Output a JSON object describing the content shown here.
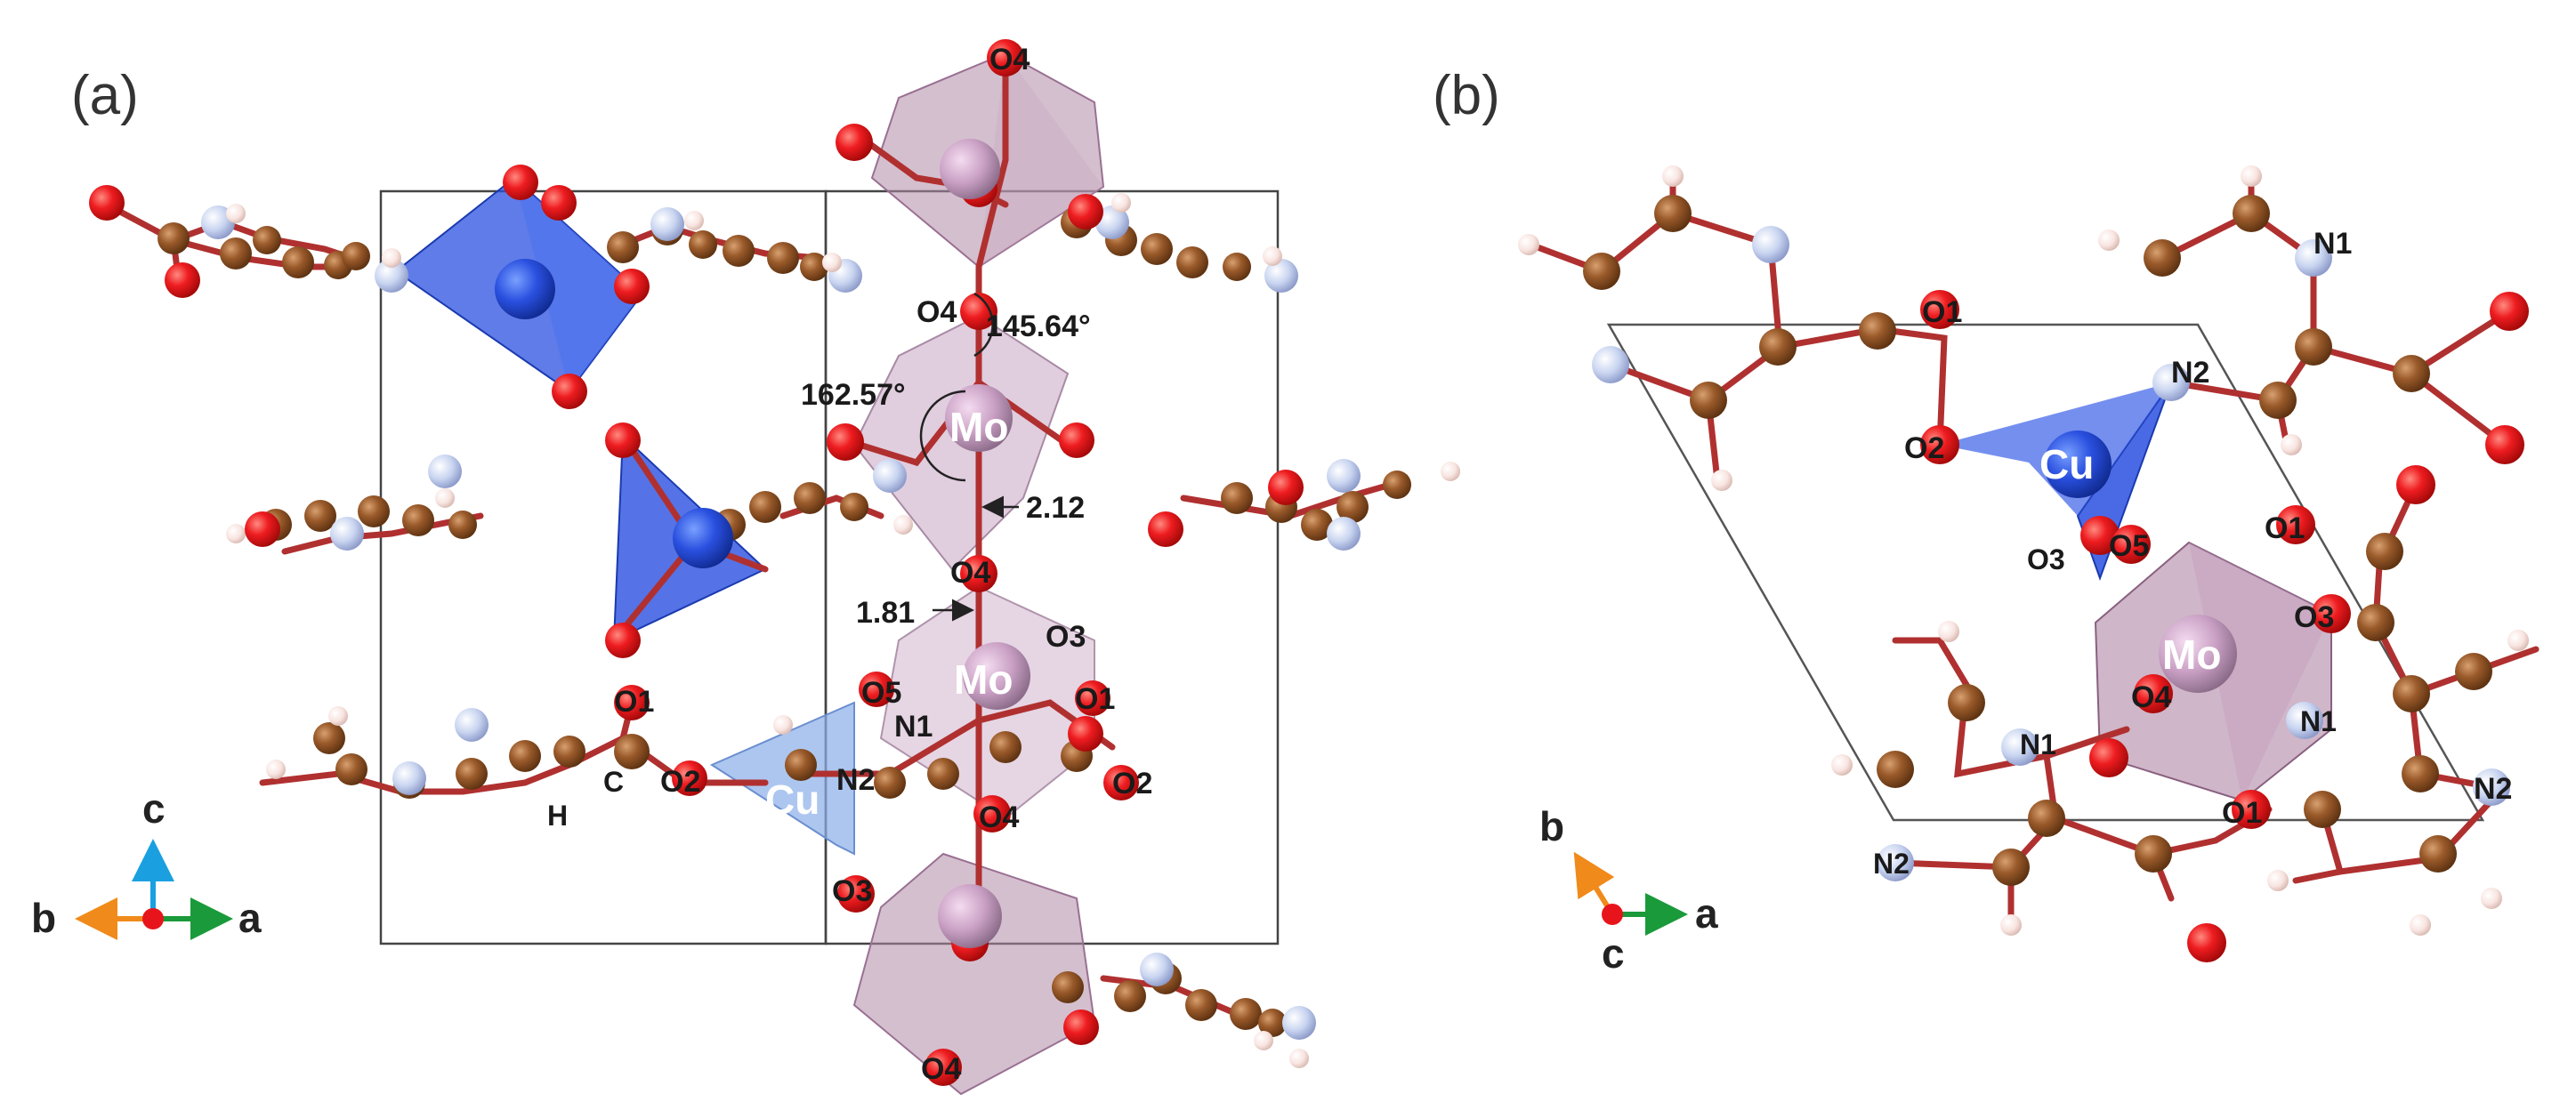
{
  "panels": [
    {
      "id": "a",
      "label": "(a)"
    },
    {
      "id": "b",
      "label": "(b)"
    }
  ],
  "colors": {
    "oxygen": "#e8141c",
    "carbon": "#9a5a2a",
    "nitrogen": "#c8d4f0",
    "hydrogen": "#f8e4e0",
    "copper_polyhedron": "#3050d8",
    "molybdenum_polyhedron": "#a87a9c",
    "molybdenum_atom": "#c9a0c4",
    "bond": "#b03030",
    "axis_a": "#1a9a3a",
    "axis_b": "#f08a1a",
    "axis_c": "#1aa0e0",
    "axis_origin": "#e8141c"
  },
  "panel_a": {
    "metal_labels": {
      "mo_upper": "Mo",
      "mo_lower": "Mo",
      "cu": "Cu"
    },
    "atom_labels": {
      "o4_top": "O4",
      "o4_upper": "O4",
      "o4_mid": "O4",
      "o4_lower": "O4",
      "o4_bottom": "O4",
      "o3_right": "O3",
      "o5": "O5",
      "o1_right": "O1",
      "o1_left": "O1",
      "o2_left": "O2",
      "o2_right": "O2",
      "o3_bottom": "O3",
      "n1": "N1",
      "n2": "N2",
      "c": "C",
      "h": "H"
    },
    "measurements": {
      "angle_1": "145.64°",
      "angle_2": "162.57°",
      "bond_long": "2.12",
      "bond_short": "1.81"
    },
    "axes": {
      "x": "a",
      "y": "c",
      "z": "b"
    }
  },
  "panel_b": {
    "metal_labels": {
      "cu": "Cu",
      "mo": "Mo"
    },
    "atom_labels": {
      "n1_top": "N1",
      "o1_top": "O1",
      "n2_top": "N2",
      "o2": "O2",
      "o3_left": "O3",
      "o5": "O5",
      "o1_mid": "O1",
      "o3_right": "O3",
      "o4": "O4",
      "n1_left": "N1",
      "n1_right": "N1",
      "o1_bottom": "O1",
      "n2_right": "N2",
      "n2_left": "N2"
    },
    "axes": {
      "x": "a",
      "y": "b",
      "z": "c"
    }
  }
}
